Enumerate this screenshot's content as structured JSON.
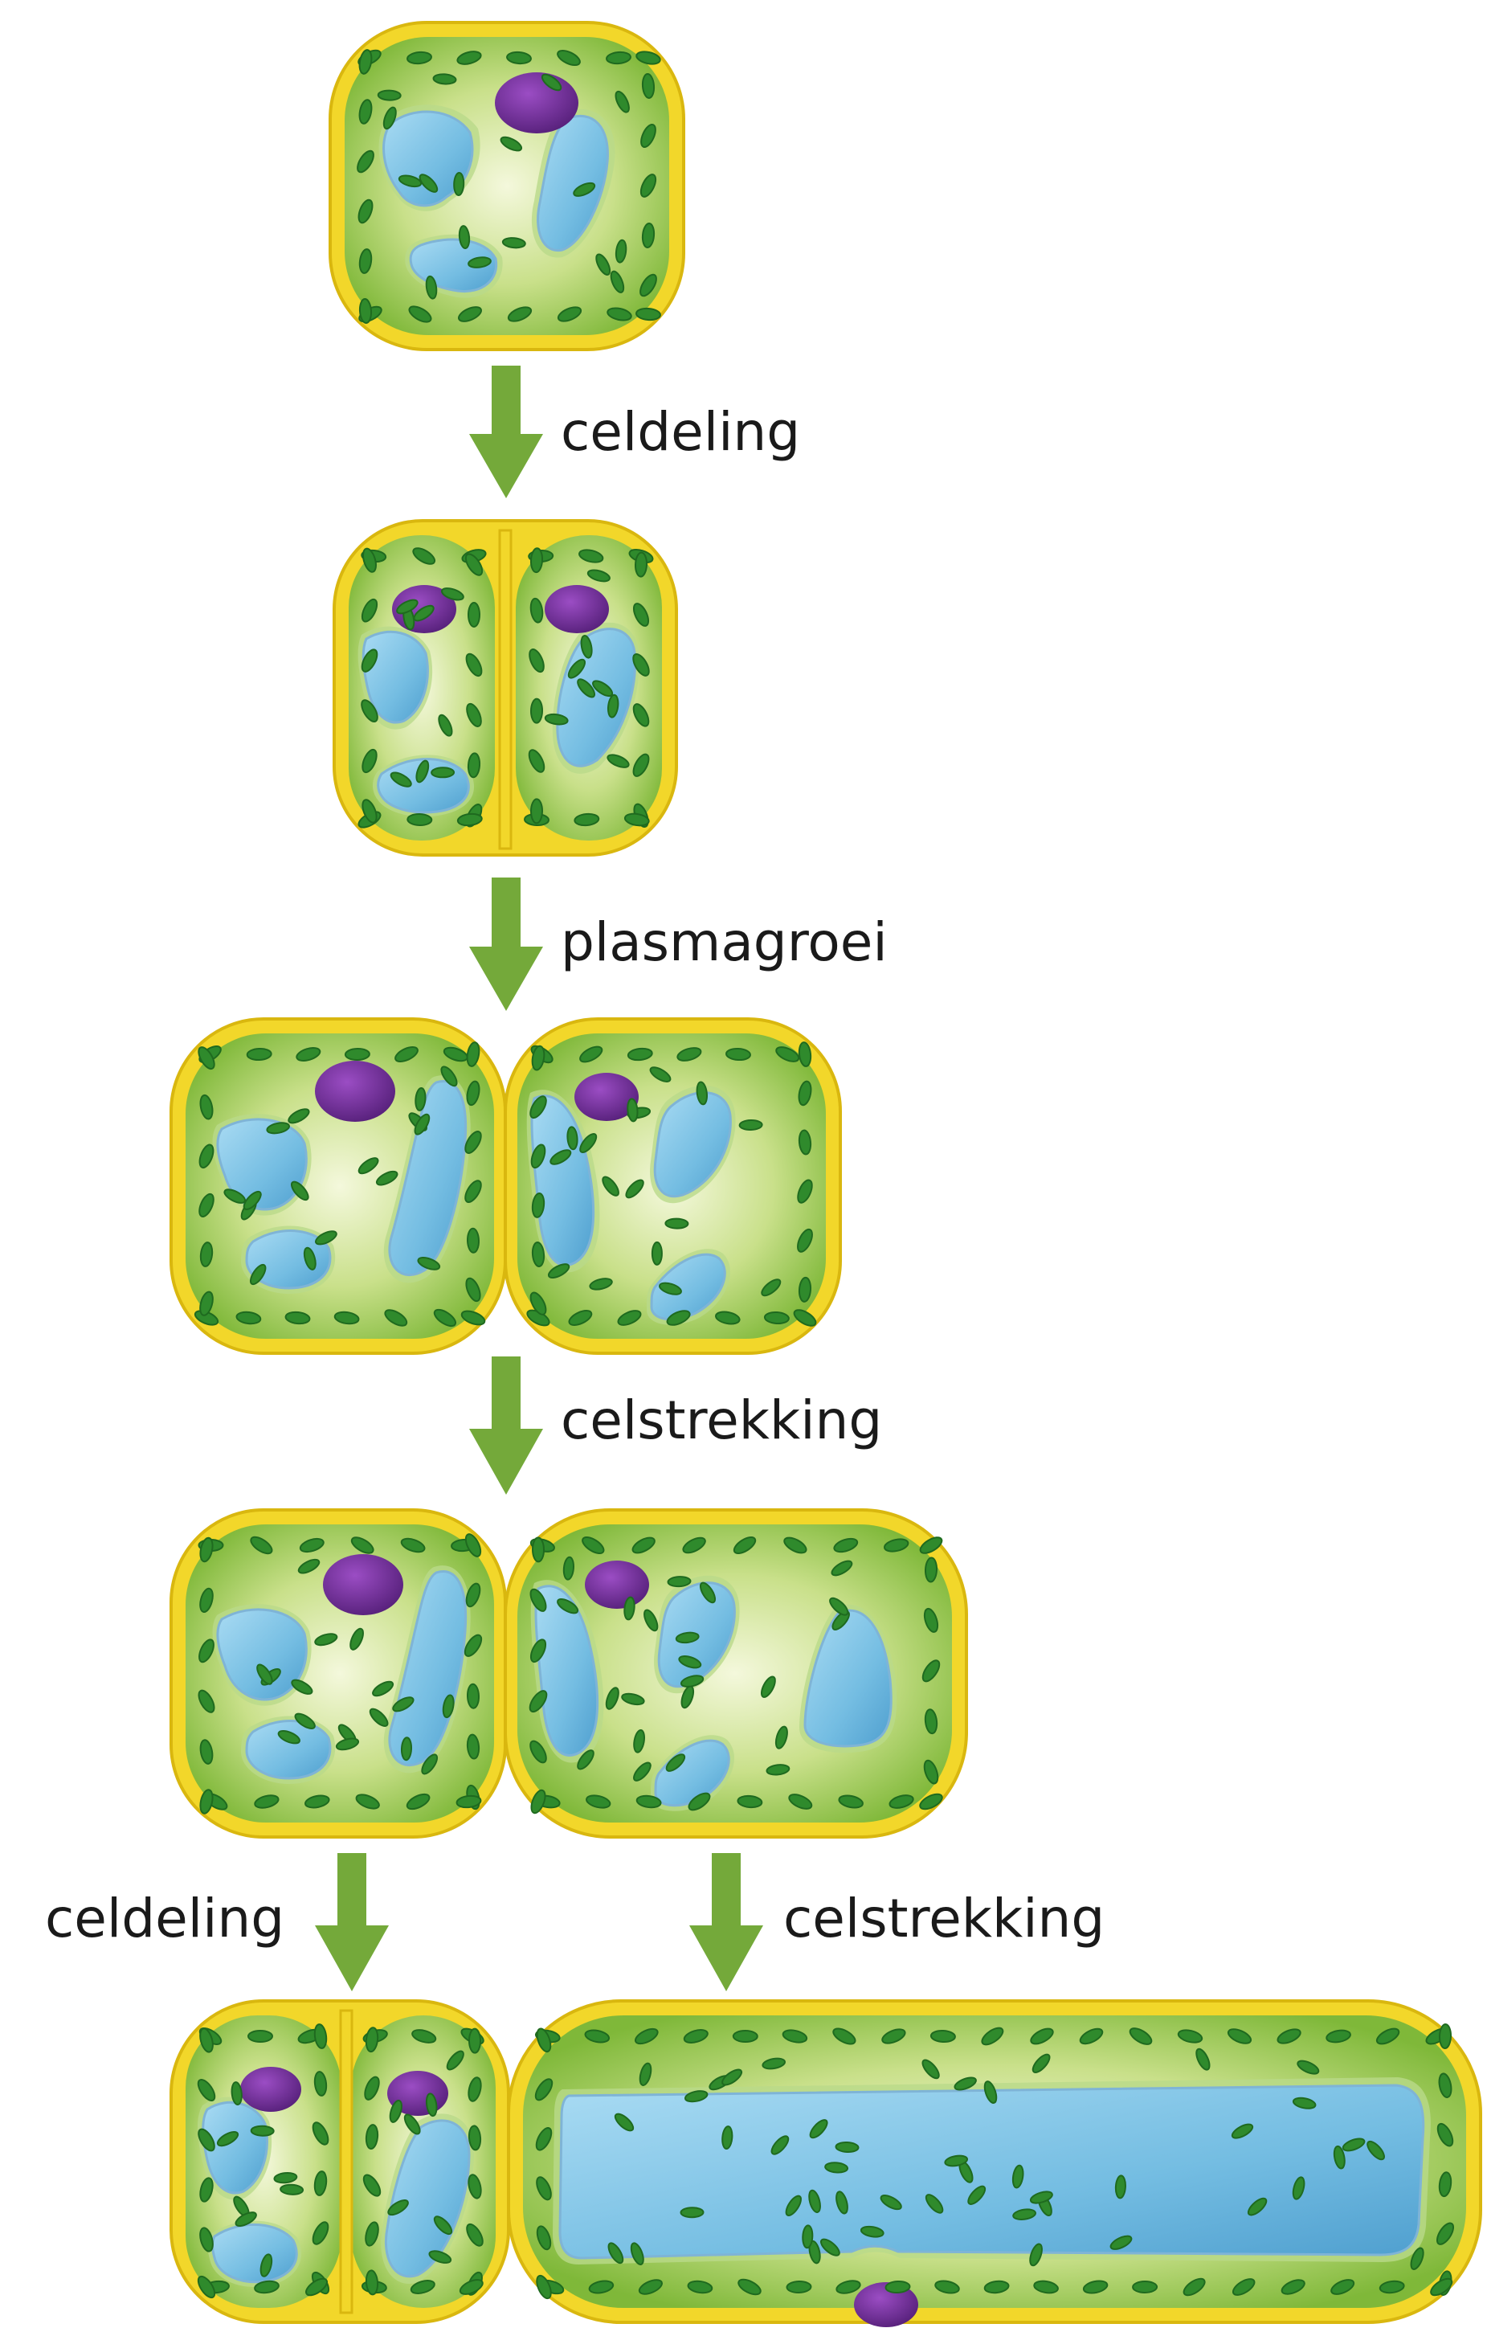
{
  "labels": {
    "step1": "celdeling",
    "step2": "plasmagroei",
    "step3": "celstrekking",
    "step4_left": "celdeling",
    "step4_right": "celstrekking"
  },
  "colors": {
    "cell_wall": "#f2d72a",
    "cytoplasm": "#8cc63f",
    "vacuole": "#7ec3e6",
    "nucleus": "#6b2a8f",
    "chloroplast": "#2f8a2c",
    "arrow": "#74a93a"
  }
}
